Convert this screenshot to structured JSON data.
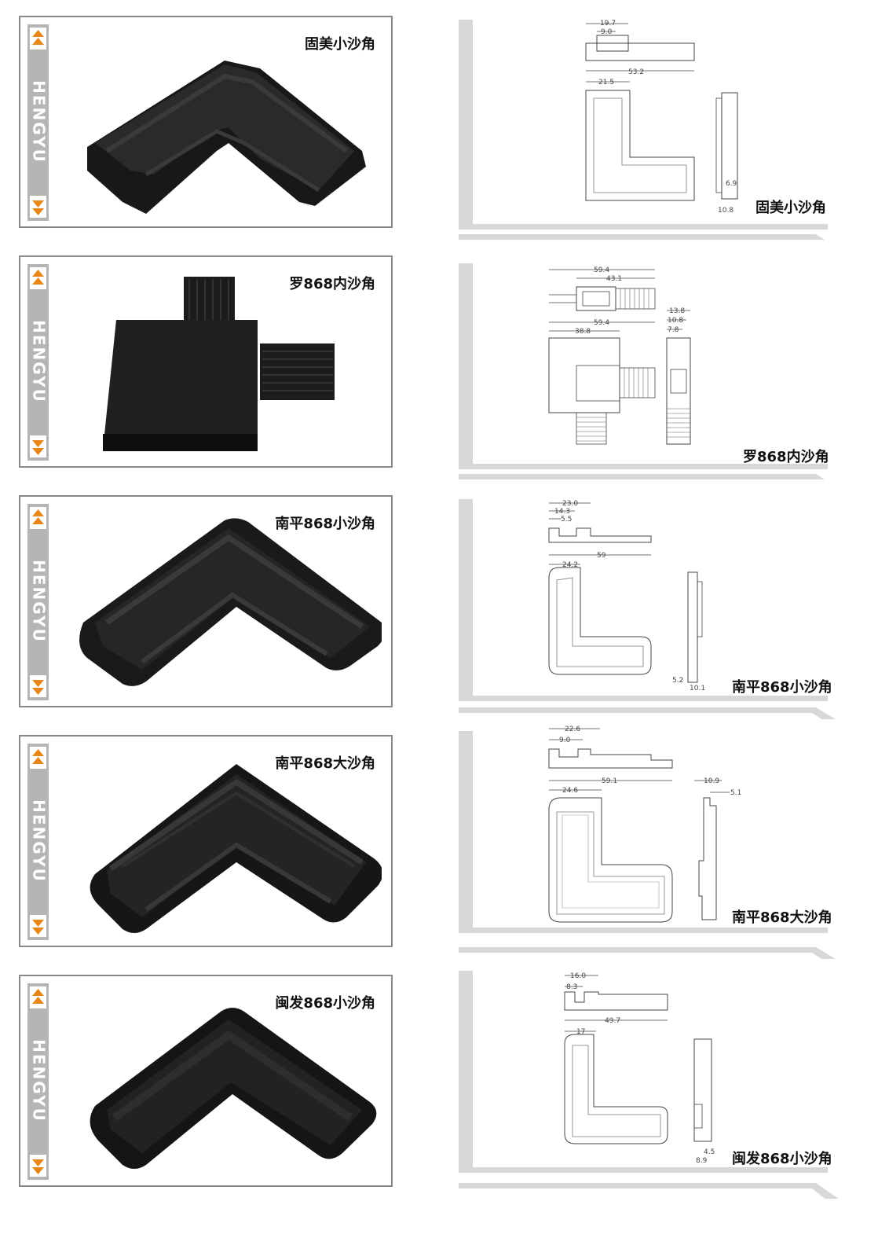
{
  "brand": "HENGYU",
  "colors": {
    "arrow": "#e8861a",
    "strip": "#b5b5b5",
    "frame": "#d8d8d8",
    "part": "#181818"
  },
  "products": [
    {
      "name": "固美小沙角",
      "dims": {
        "top_total": "19.7",
        "top_inner": "9.0",
        "width": "53.2",
        "arm": "21.5",
        "side_a": "6.9",
        "side_b": "10.8"
      }
    },
    {
      "name": "罗868内沙角",
      "dims": {
        "top_total": "59.4",
        "top_inner": "43.1",
        "width": "59.4",
        "arm": "38.8",
        "side_a": "13.8",
        "side_b": "10.8",
        "side_c": "7.8"
      }
    },
    {
      "name": "南平868小沙角",
      "dims": {
        "top_total": "23.0",
        "top_mid": "14.3",
        "top_inner": "5.5",
        "width": "59",
        "arm": "24.2",
        "side_a": "5.2",
        "side_b": "10.1"
      }
    },
    {
      "name": "南平868大沙角",
      "dims": {
        "top_total": "22.6",
        "top_inner": "9.0",
        "width": "59.1",
        "arm": "24.6",
        "side_a": "10.9",
        "side_b": "5.1"
      }
    },
    {
      "name": "闽发868小沙角",
      "dims": {
        "top_total": "16.0",
        "top_inner": "8.3",
        "width": "49.7",
        "arm": "17",
        "side_a": "4.5",
        "side_b": "8.9"
      }
    }
  ]
}
